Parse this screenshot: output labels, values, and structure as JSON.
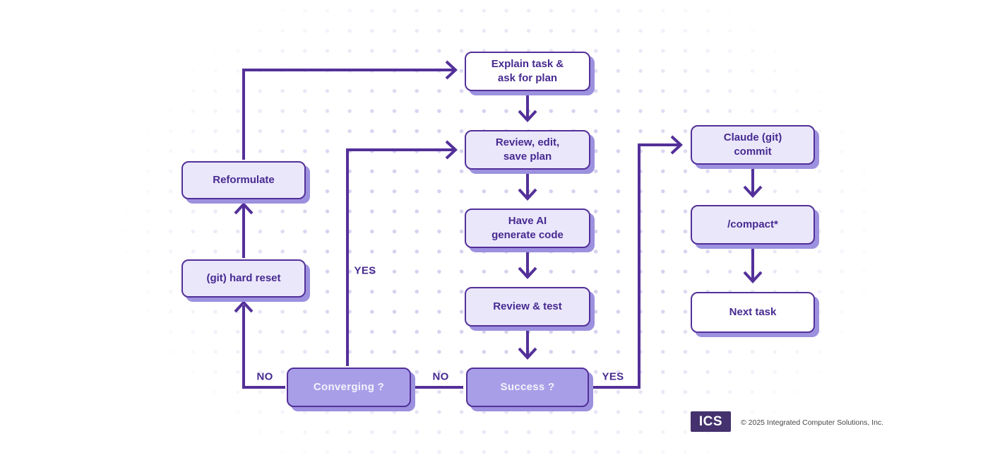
{
  "diagram": {
    "nodes": {
      "explain": {
        "label": "Explain task &\nask for plan",
        "style": "outline"
      },
      "review_edit": {
        "label": "Review, edit,\nsave plan",
        "style": "filled-light"
      },
      "generate_code": {
        "label": "Have AI\ngenerate code",
        "style": "filled-light"
      },
      "review_test": {
        "label": "Review & test",
        "style": "filled-light"
      },
      "success": {
        "label": "Success ?",
        "style": "decision"
      },
      "converging": {
        "label": "Converging ?",
        "style": "decision"
      },
      "hard_reset": {
        "label": "(git) hard reset",
        "style": "filled-light"
      },
      "reformulate": {
        "label": "Reformulate",
        "style": "filled-light"
      },
      "commit": {
        "label": "Claude (git)\ncommit",
        "style": "filled-light"
      },
      "compact": {
        "label": "/compact*",
        "style": "filled-light"
      },
      "next_task": {
        "label": "Next task",
        "style": "outline"
      }
    },
    "edge_labels": {
      "converging_yes": "YES",
      "converging_no": "NO",
      "success_no": "NO",
      "success_yes": "YES"
    },
    "colors": {
      "accent": "#533099",
      "node_text": "#472a90",
      "light_fill": "#eae7fb",
      "decision_fill": "#a89ee8",
      "decision_text": "#f4f2fc",
      "shadow": "#9c91de",
      "dot": "#d6d1ee",
      "logo_bg": "#44316e"
    }
  },
  "footer": {
    "logo_text": "ICS",
    "copyright": "© 2025 Integrated Computer Solutions, Inc."
  }
}
